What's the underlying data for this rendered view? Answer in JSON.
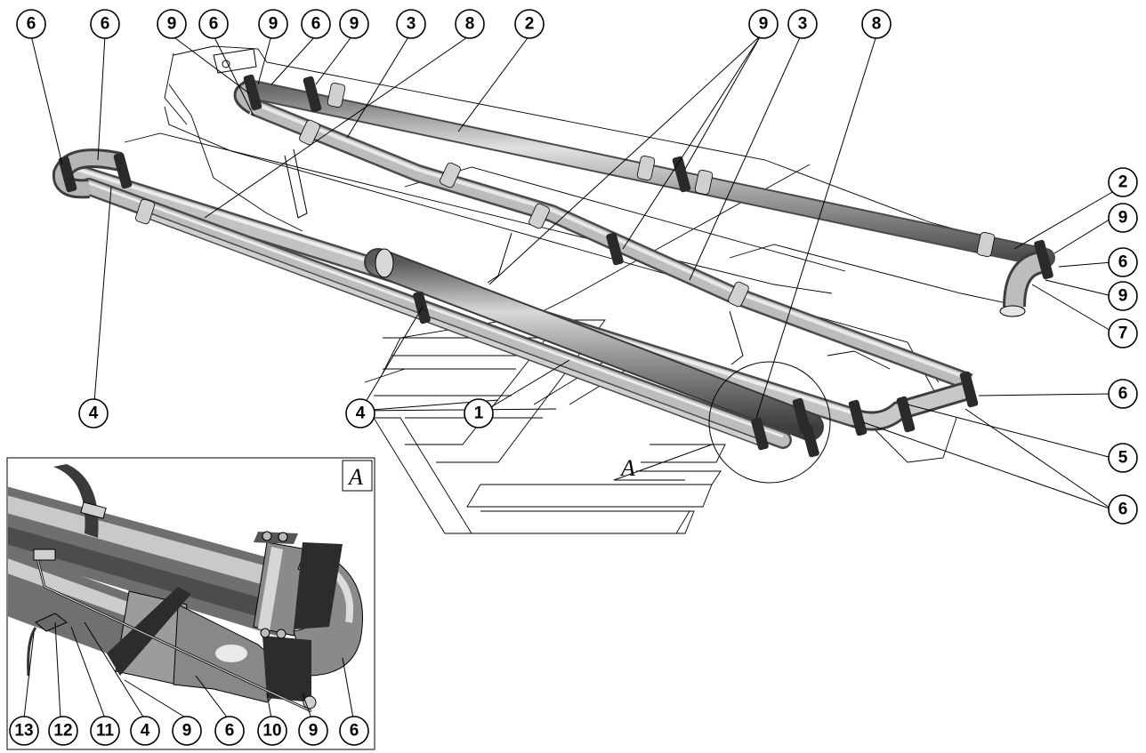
{
  "colors": {
    "tube_dark": "#5a5a5a",
    "tube_mid": "#9a9a9a",
    "tube_light": "#dcdcdc",
    "line": "#000000",
    "background": "#ffffff"
  },
  "view_letters": {
    "main_view_marker": "A",
    "detail_box_label": "A"
  },
  "callouts_main": [
    "6",
    "6",
    "9",
    "6",
    "9",
    "6",
    "9",
    "3",
    "8",
    "2",
    "9",
    "3",
    "8",
    "2",
    "9",
    "6",
    "9",
    "7",
    "6",
    "5",
    "6",
    "4",
    "4",
    "1"
  ],
  "callouts_detail": [
    "13",
    "12",
    "11",
    "4",
    "9",
    "6",
    "10",
    "9",
    "6"
  ]
}
